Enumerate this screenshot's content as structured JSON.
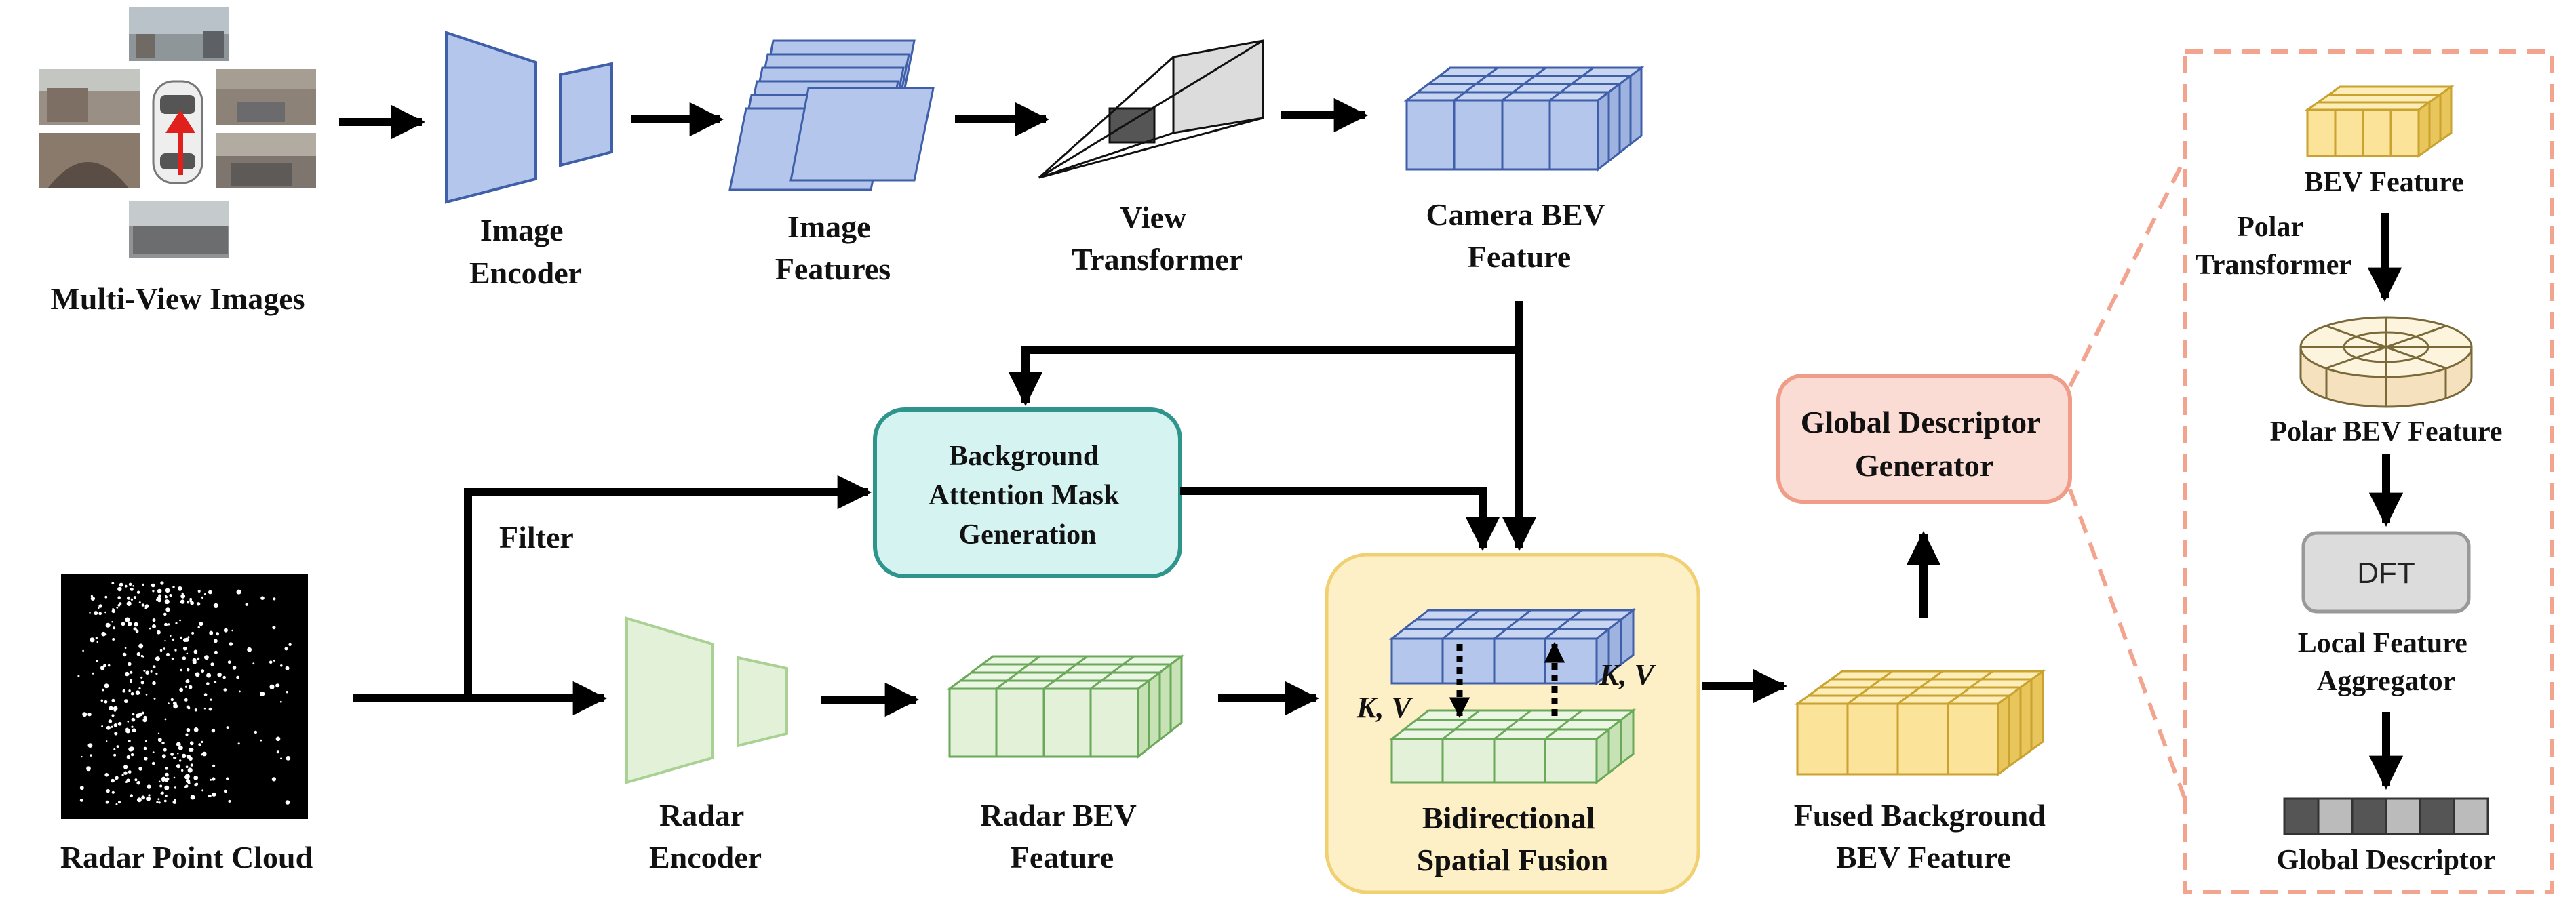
{
  "labels": {
    "multi_view_images": "Multi-View Images",
    "image_encoder": [
      "Image",
      "Encoder"
    ],
    "image_features": [
      "Image",
      "Features"
    ],
    "view_transformer": [
      "View",
      "Transformer"
    ],
    "camera_bev_feature": [
      "Camera BEV",
      "Feature"
    ],
    "background_attention_mask": [
      "Background",
      "Attention Mask",
      "Generation"
    ],
    "filter": "Filter",
    "radar_point_cloud": "Radar Point Cloud",
    "radar_encoder": [
      "Radar",
      "Encoder"
    ],
    "radar_bev_feature": [
      "Radar BEV",
      "Feature"
    ],
    "kv_left": "K, V",
    "kv_right": "K, V",
    "bidirectional_spatial_fusion": [
      "Bidirectional",
      "Spatial Fusion"
    ],
    "fused_background_bev_feature": [
      "Fused Background",
      "BEV Feature"
    ],
    "global_descriptor_generator": [
      "Global Descriptor",
      "Generator"
    ]
  },
  "detail_panel": {
    "bev_feature": "BEV Feature",
    "polar_transformer": [
      "Polar",
      "Transformer"
    ],
    "polar_bev_feature": "Polar BEV Feature",
    "dft": "DFT",
    "local_feature_aggregator": [
      "Local Feature",
      "Aggregator"
    ],
    "global_descriptor": "Global Descriptor"
  },
  "colors": {
    "camera_blue": "#b4c6ec",
    "radar_green": "#e2f1d8",
    "fused_yellow": "#fbe39a",
    "mask_teal": "#d4f3f1",
    "fusion_box": "#fdf0c7",
    "generator_pink": "#fbdcd4",
    "panel_dash": "#f2a48e"
  }
}
